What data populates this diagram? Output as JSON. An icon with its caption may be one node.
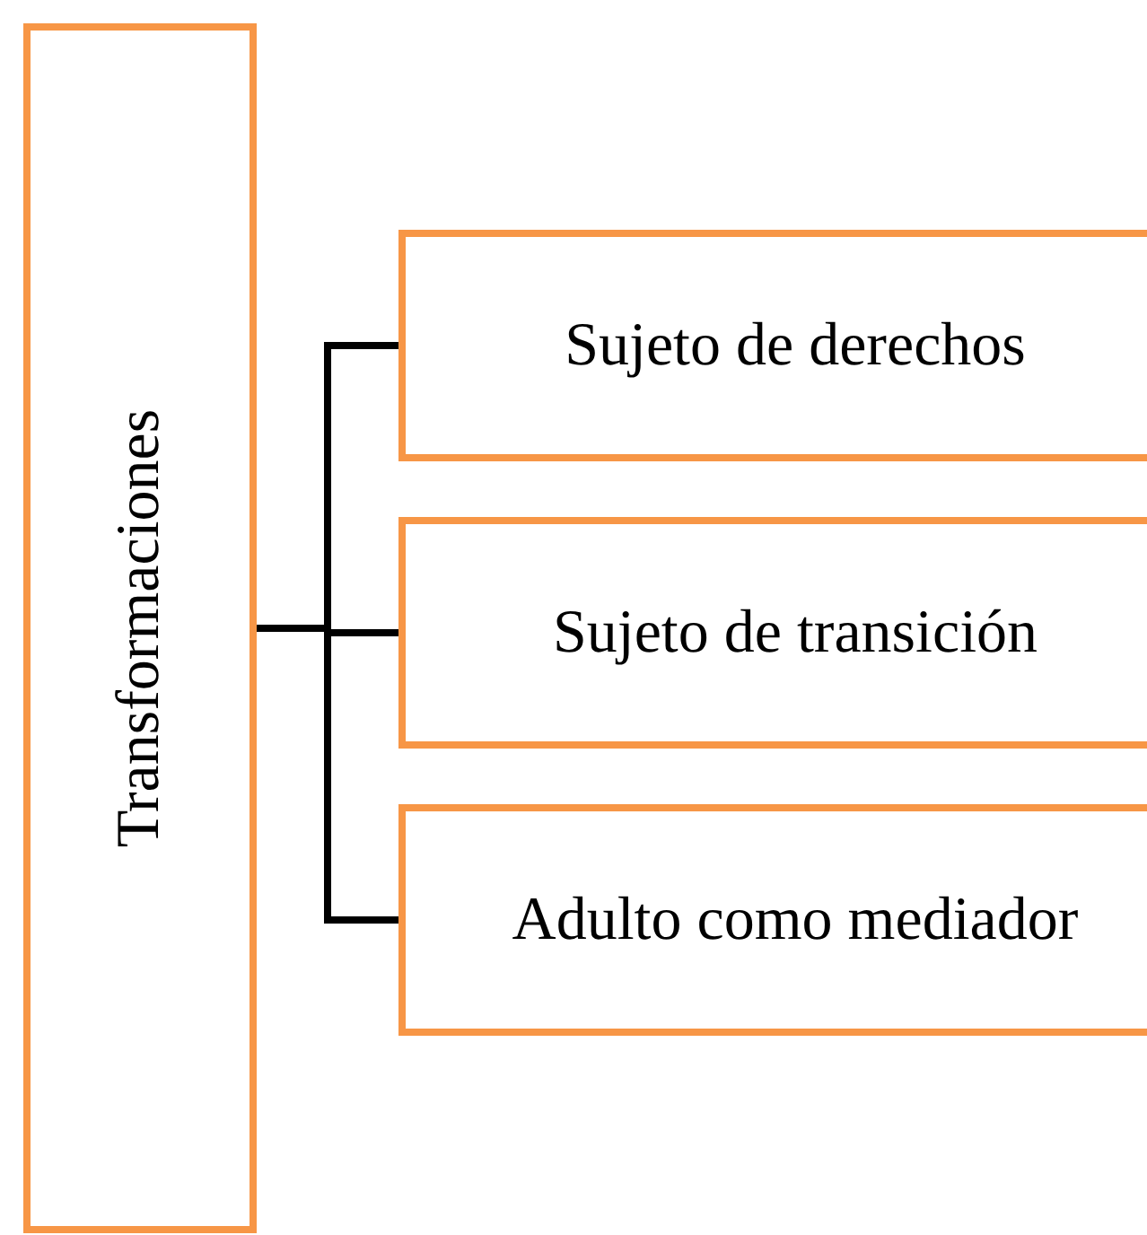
{
  "diagram": {
    "nodes": [
      {
        "text": [
          "Transformaciones"
        ]
      },
      {
        "text": [
          "Sujeto de derechos"
        ]
      },
      {
        "text": [
          "Sujeto de transición"
        ]
      },
      {
        "text": [
          "Adulto como mediador"
        ]
      }
    ],
    "edges": [
      {
        "from": 0,
        "to": 1,
        "arrow": "none"
      },
      {
        "from": 0,
        "to": 2,
        "arrow": "none"
      },
      {
        "from": 0,
        "to": 3,
        "arrow": "none"
      }
    ]
  }
}
